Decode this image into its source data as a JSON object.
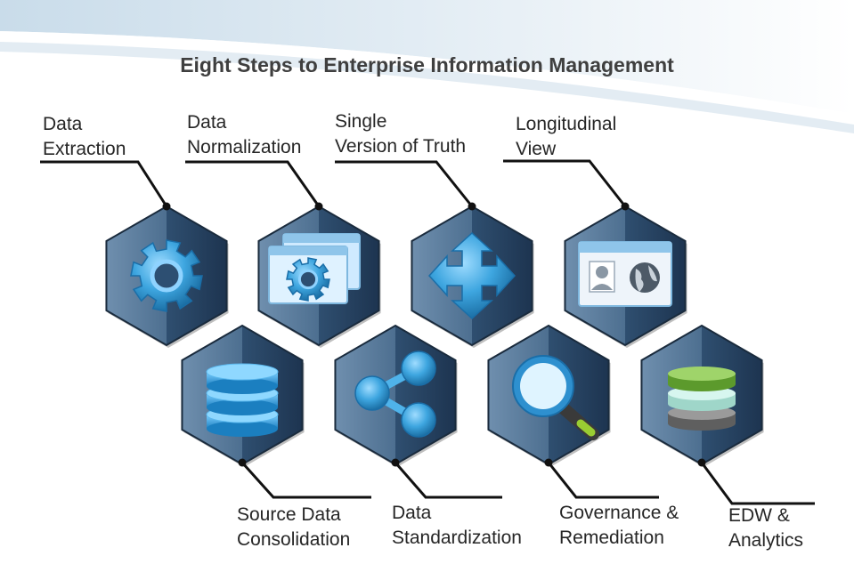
{
  "title": "Eight Steps to Enterprise Information Management",
  "colors": {
    "hex_dark": "#1e2f45",
    "hex_mid": "#2c4a6a",
    "hex_light": "#5e7f9f",
    "icon_blue": "#3ea6e0",
    "connector": "#111111"
  },
  "steps": [
    {
      "icon": "gear-icon",
      "line1": "Data",
      "line2": "Extraction"
    },
    {
      "icon": "gear-windows-icon",
      "line1": "Data",
      "line2": "Normalization"
    },
    {
      "icon": "four-arrows-icon",
      "line1": "Single",
      "line2": "Version of Truth"
    },
    {
      "icon": "profile-window-icon",
      "line1": "Longitudinal",
      "line2": "View"
    },
    {
      "icon": "database-stack-icon",
      "line1": "Source Data",
      "line2": "Consolidation"
    },
    {
      "icon": "share-icon",
      "line1": "Data",
      "line2": "Standardization"
    },
    {
      "icon": "magnifier-icon",
      "line1": "Governance &",
      "line2": "Remediation"
    },
    {
      "icon": "colored-disks-icon",
      "line1": "EDW &",
      "line2": "Analytics"
    }
  ]
}
